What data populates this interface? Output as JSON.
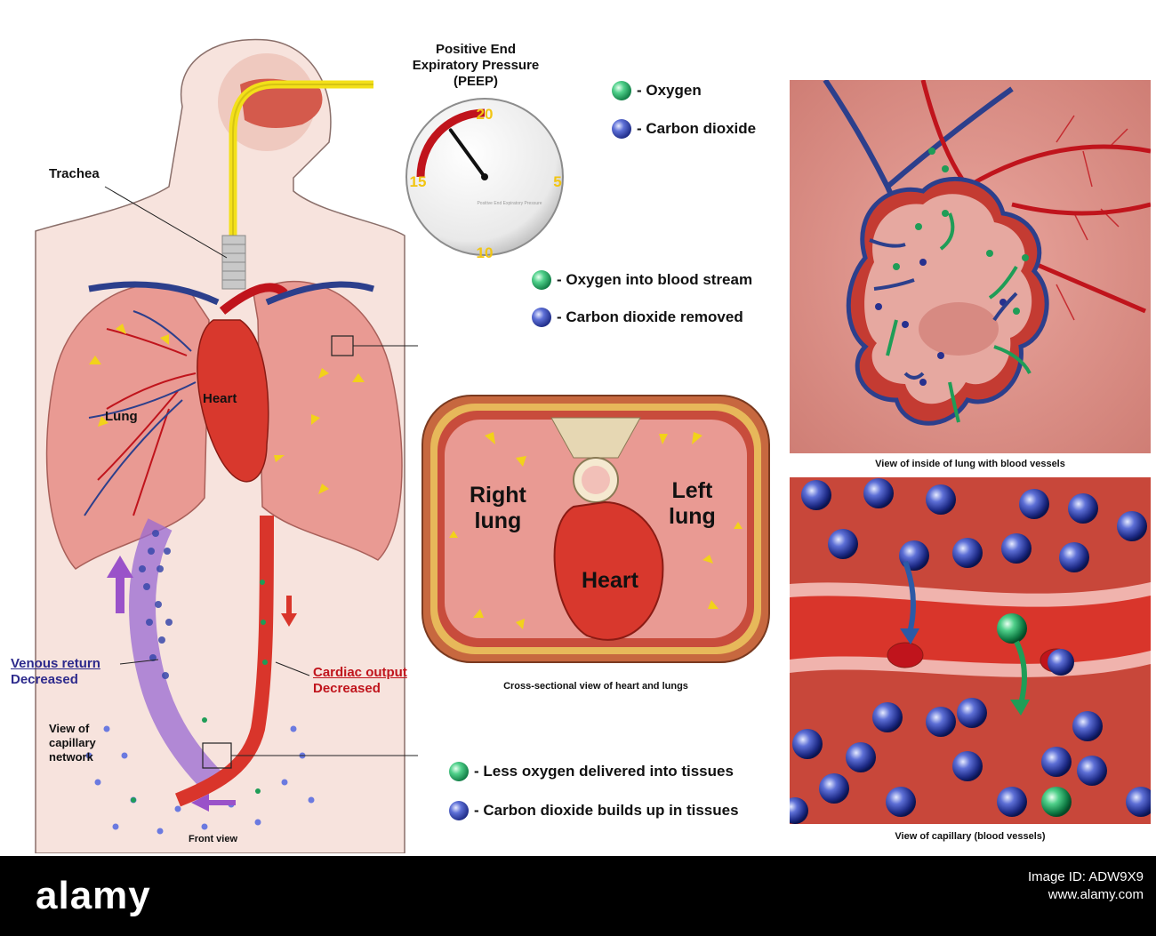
{
  "body_labels": {
    "trachea": "Trachea",
    "heart": "Heart",
    "lung": "Lung",
    "venous_return": "Venous return",
    "venous_decreased": "Decreased",
    "cardiac_output": "Cardiac output",
    "cardiac_decreased": "Decreased",
    "capillary_network": "View of\ncapillary\nnetwork",
    "front_view": "Front view"
  },
  "gauge": {
    "title": "Positive End\nExpiratory Pressure\n(PEEP)",
    "ticks": [
      "20",
      "5",
      "10",
      "15"
    ],
    "inner_text": "Positive End Expiratory Pressure",
    "value": 18
  },
  "legend_top": [
    {
      "type": "oxygen",
      "label": "- Oxygen"
    },
    {
      "type": "co2",
      "label": "- Carbon dioxide"
    }
  ],
  "legend_mid": [
    {
      "type": "oxygen",
      "label": "- Oxygen into blood stream"
    },
    {
      "type": "co2",
      "label": "- Carbon dioxide removed"
    }
  ],
  "legend_bottom": [
    {
      "type": "oxygen",
      "label": "- Less oxygen delivered into tissues"
    },
    {
      "type": "co2",
      "label": "- Carbon dioxide builds up in tissues"
    }
  ],
  "cross_section": {
    "right_lung": "Right\nlung",
    "left_lung": "Left\nlung",
    "heart": "Heart",
    "caption": "Cross-sectional view of heart and lungs"
  },
  "captions": {
    "alveoli": "View of inside of lung with blood vessels",
    "capillary": "View of capillary (blood vessels)"
  },
  "footer": {
    "logo": "alamy",
    "image_id_label": "Image ID: ADW9X9",
    "site": "www.alamy.com"
  },
  "colors": {
    "oxygen": "#1f9d57",
    "co2": "#27318f",
    "venous_label": "#2d2a8c",
    "cardiac_label": "#c0141c",
    "lung_pink": "#e99a93",
    "blood_red": "#d9352b"
  }
}
